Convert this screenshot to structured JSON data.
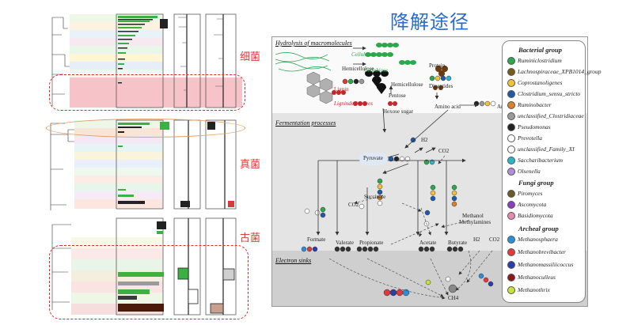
{
  "title": "降解途径",
  "left_labels": {
    "bacteria": "细菌",
    "fungi": "真菌",
    "archaea": "古菌"
  },
  "sections": {
    "hydrolysis": "Hydrolysis of macromolecules",
    "fermentation": "Fermentation processes",
    "electron": "Electron sinks"
  },
  "nodes": {
    "cellulose": "Cellulose",
    "hemicellulose": "Hemicellulose",
    "cellobiose": "Cellobiose",
    "lignin": "Lignin",
    "lignin_derivatives": "Ligninderivatives",
    "hexose": "Hexose sugar",
    "pentose": "Pentose",
    "hemicellulosesugar": "Hemicellulose",
    "protein": "Protein",
    "dipeptides": "Dipeptides",
    "amino_acid": "Amino acid",
    "ammonia": "Ammonia",
    "pyruvate": "Pyruvate",
    "succinate": "Succinate",
    "h2_top": "H2",
    "co2_top": "CO2",
    "co2_mid": "CO2",
    "methanol": "Methanol",
    "methylamines": "Methylamines",
    "formate": "Formate",
    "valerate": "Valerate",
    "propionate": "Propionate",
    "acetate": "Acetate",
    "butyrate": "Butyrate",
    "h2_bottom": "H2",
    "co2_bottom": "CO2",
    "ch4": "CH4"
  },
  "legend": {
    "bacterial_head": "Bacterial group",
    "bacterial": [
      {
        "label": "Ruminiclostridium",
        "color": "#2aa84a"
      },
      {
        "label": "Lachnospiraceae_XPB1014_group",
        "color": "#7a5a1a"
      },
      {
        "label": "Coprostanoligenes",
        "color": "#f2c23a"
      },
      {
        "label": "Clostridium_sensu_stricto",
        "color": "#1e5aa8"
      },
      {
        "label": "Ruminobacter",
        "color": "#d9822b"
      },
      {
        "label": "unclassified_Clostridiaceae",
        "color": "#9a9a9a"
      },
      {
        "label": "Pseudomonas",
        "color": "#222222"
      },
      {
        "label": "Prevotella",
        "color": "#ffffff"
      },
      {
        "label": "unclassified_Family_XI",
        "color": "#ffffff"
      },
      {
        "label": "Saccharibacterium",
        "color": "#2bb5c8"
      },
      {
        "label": "Olsenella",
        "color": "#b48bd8"
      }
    ],
    "fungi_head": "Fungi group",
    "fungi": [
      {
        "label": "Piromyces",
        "color": "#6b5a2a"
      },
      {
        "label": "Ascomycota",
        "color": "#8a3fc0"
      },
      {
        "label": "Basidiomycota",
        "color": "#e58ab0"
      }
    ],
    "archaea_head": "Archeal group",
    "archaea": [
      {
        "label": "Methanosphaera",
        "color": "#2a8fd8"
      },
      {
        "label": "Methanobrevibacter",
        "color": "#e23a3a"
      },
      {
        "label": "Methanomassiliicoccus",
        "color": "#2a3fa8"
      },
      {
        "label": "Methanoculleus",
        "color": "#8a1a1a"
      },
      {
        "label": "Methanothrix",
        "color": "#c8e23a"
      }
    ]
  },
  "colors": {
    "title": "#2b6cc4",
    "annot": "#e03a3a",
    "dash": "#d42c2c"
  }
}
